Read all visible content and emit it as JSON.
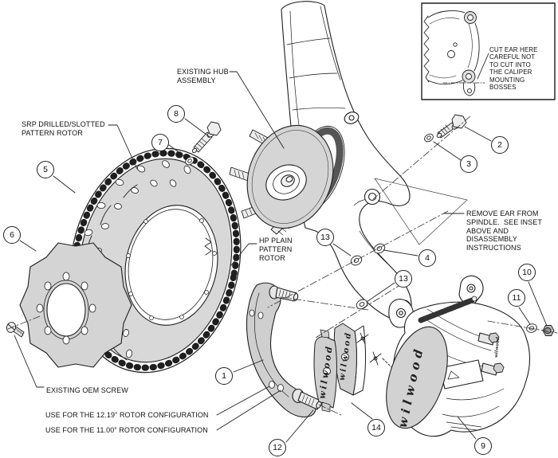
{
  "diagram": {
    "title_implicit": "brake kit exploded assembly diagram",
    "brand": {
      "logo": "wilwood"
    },
    "labels": {
      "srp_rotor": "SRP DRILLED/SLOTTED\nPATTERN ROTOR",
      "existing_hub": "EXISTING HUB\nASSEMBLY",
      "hp_rotor": "HP PLAIN\nPATTERN\nROTOR",
      "remove_ear": "REMOVE EAR FROM\nSPINDLE.  SEE INSET\nABOVE AND\nDISASSEMBLY\nINSTRUCTIONS",
      "existing_oem_screw": "EXISTING OEM SCREW",
      "config_1219": "USE FOR THE 12.19\" ROTOR CONFIGURATION",
      "config_1100": "USE FOR THE 11.00\" ROTOR CONFIGURATION",
      "inset_note": "CUT EAR HERE\nCAREFUL NOT\nTO CUT INTO\nTHE CALIPER\nMOUNTING\nBOSSES"
    },
    "callouts": [
      {
        "n": "1"
      },
      {
        "n": "2"
      },
      {
        "n": "3"
      },
      {
        "n": "4"
      },
      {
        "n": "5"
      },
      {
        "n": "6"
      },
      {
        "n": "7"
      },
      {
        "n": "8"
      },
      {
        "n": "9"
      },
      {
        "n": "10"
      },
      {
        "n": "11"
      },
      {
        "n": "12"
      },
      {
        "n": "13"
      },
      {
        "n": "13"
      },
      {
        "n": "14"
      }
    ],
    "colors": {
      "line": "#1f1f1f",
      "part_fill": "#d5d5d5",
      "background": "#ffffff"
    }
  }
}
